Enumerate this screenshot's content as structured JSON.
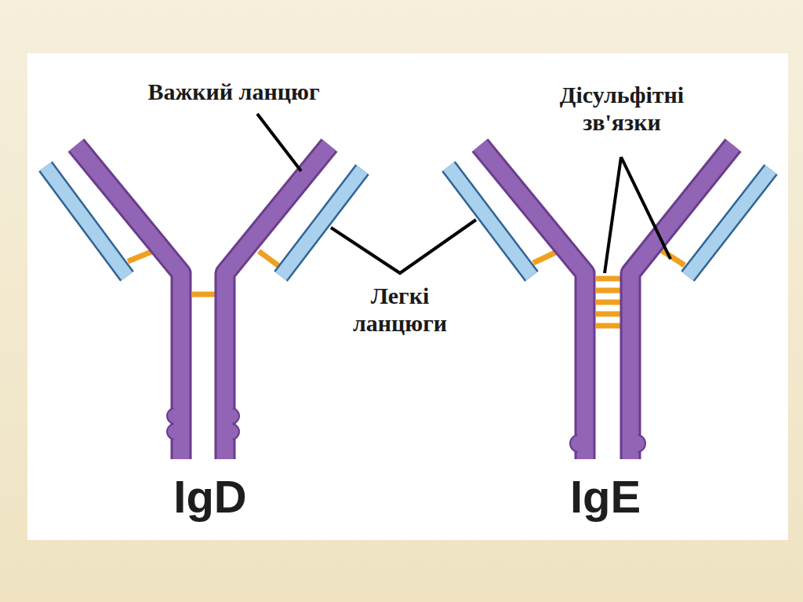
{
  "diagram": {
    "labels": [
      "Важкий ланцюг",
      "Дісульфітні зв'язки",
      "Легкі ланцюги",
      "IgD",
      "IgE"
    ]
  }
}
